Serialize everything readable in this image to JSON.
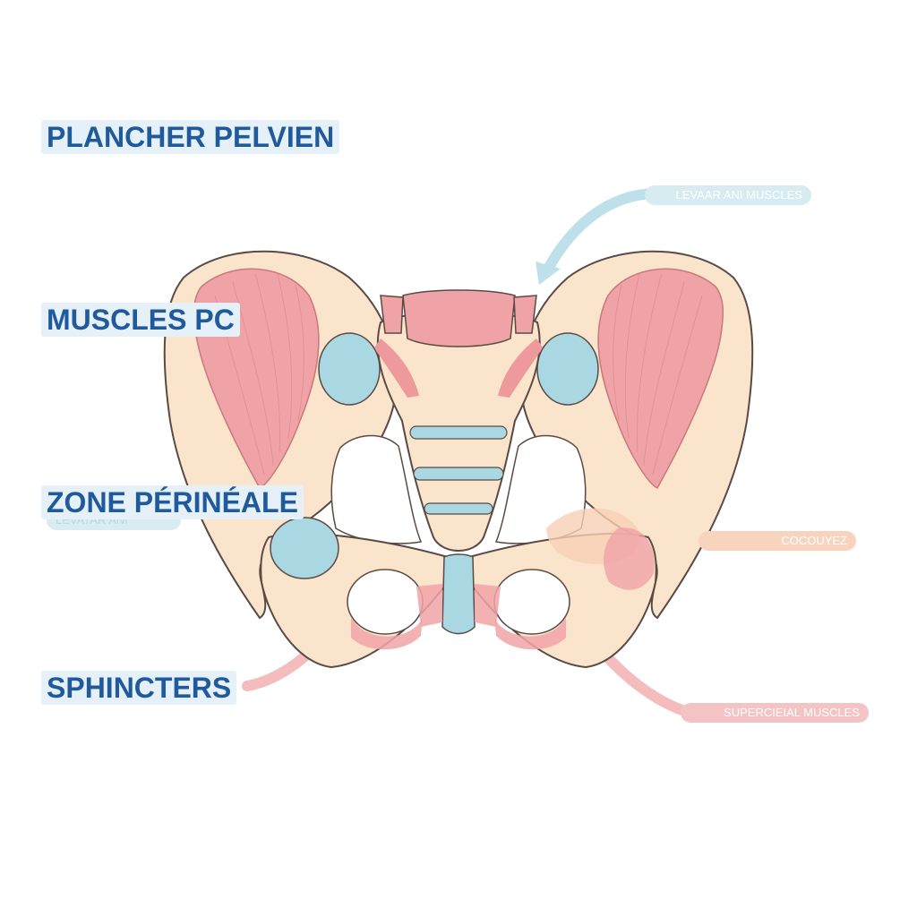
{
  "labels": {
    "plancher": "PLANCHER PELVIEN",
    "muscles_pc": "MUSCLES PC",
    "zone": "ZONE PÉRINÉALE",
    "sphincters": "SPHINCTERS"
  },
  "callouts": {
    "levator": "LEVAAR ANI MUSCLES",
    "coccygeus": "COCOUYEZ",
    "superficial": "SUPERCIEIAL MUSCLES",
    "faded": "LEVATAR ANI"
  },
  "colors": {
    "label_text": "#1f5a9a",
    "label_bg": "#e6f0f8",
    "bone": "#fbe4cc",
    "bone_outline": "#5a4a44",
    "muscle": "#f0a3a6",
    "cartilage": "#a9d8e2",
    "arrow_blue": "#bde0ea",
    "arrow_peach": "#f8cfb5",
    "arrow_pink": "#f4bcbc"
  }
}
